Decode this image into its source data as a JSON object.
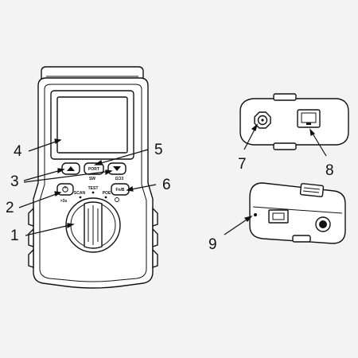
{
  "callouts": [
    {
      "number": "1",
      "target": "rotary-dial"
    },
    {
      "number": "2",
      "target": "backlight-button"
    },
    {
      "number": "3",
      "target": "arrow-buttons"
    },
    {
      "number": "4",
      "target": "lcd-screen"
    },
    {
      "number": "5",
      "target": "port-button"
    },
    {
      "number": "6",
      "target": "function-button"
    },
    {
      "number": "7",
      "target": "coax-connector"
    },
    {
      "number": "8",
      "target": "rj45-jack"
    },
    {
      "number": "9",
      "target": "remote-unit"
    }
  ],
  "device_labels": {
    "port_key": "PORT",
    "fn_key": "Fn/B",
    "sw_label": "SW",
    "dbz_label": "ΩƆ3",
    "hold_label": ">3s",
    "dial_left": "SCAN",
    "dial_top": "TEST",
    "dial_right": "POE"
  },
  "colors": {
    "background": "#f3f3f3",
    "stroke": "#111111",
    "fill": "#ffffff",
    "shade": "#dcdcdc"
  }
}
